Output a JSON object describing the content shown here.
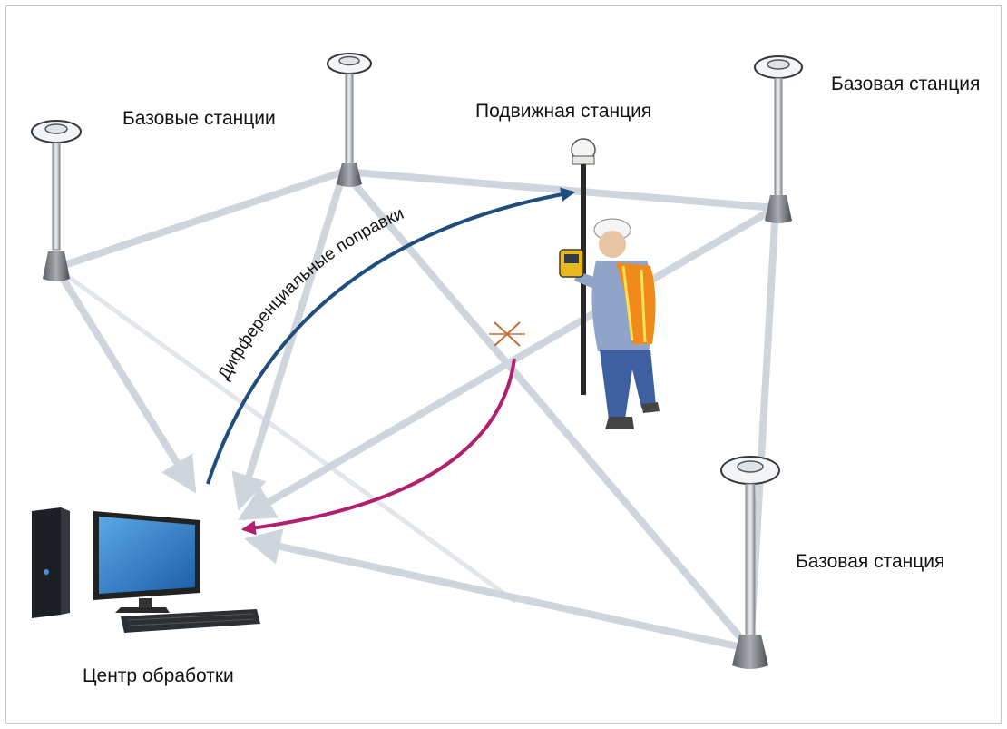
{
  "labels": {
    "base_stations_group": "Базовые станции",
    "base_station_top_right": "Базовая станция",
    "rover": "Подвижная станция",
    "base_station_bottom_right": "Базовая станция",
    "processing_center": "Центр обработки",
    "corrections": "Дифференциальные поправки"
  },
  "colors": {
    "corrections_arrow": "#1f4e7d",
    "rover_data_arrow": "#b0206e",
    "network_lines": "#c9d1da",
    "vest": "#f08a1a",
    "marker": "#c96a3a"
  }
}
